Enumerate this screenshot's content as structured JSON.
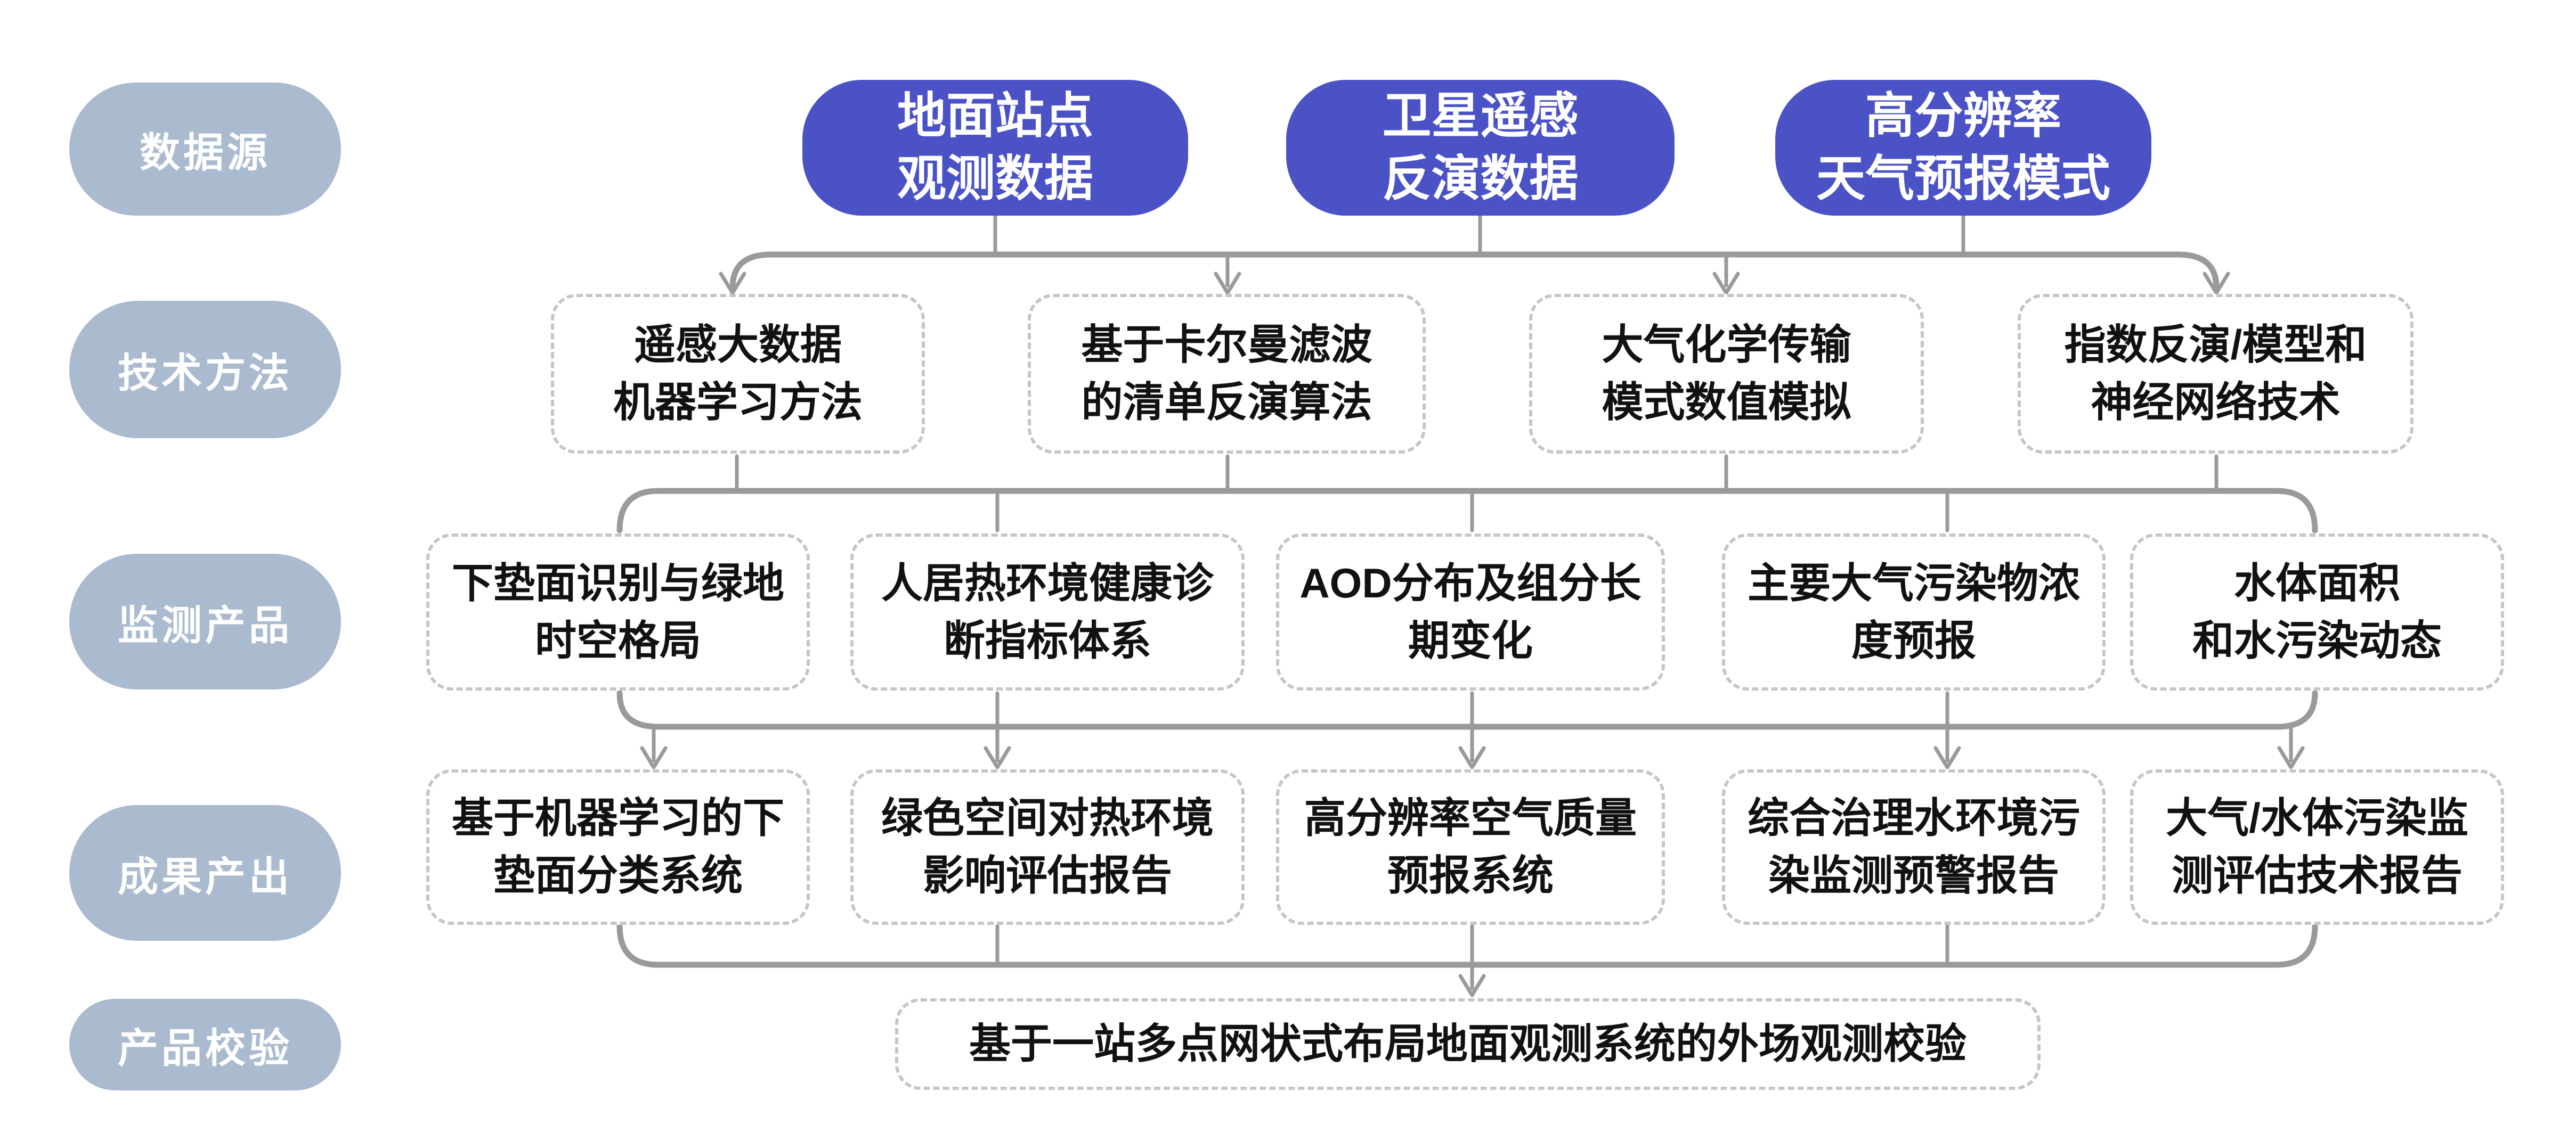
{
  "diagram": {
    "title_hint": "环境遥感监测技术体系流程图",
    "colors": {
      "source_pill_fill": "#4A52C6",
      "stage_pill_fill": "#AABACF",
      "pill_text": "#ffffff",
      "connector_gray": "#9a9a9a",
      "dashed_border_gray": "#c6c6c6",
      "box_text": "#111111",
      "background": "#ffffff"
    },
    "stages": [
      {
        "label": "数据源"
      },
      {
        "label": "技术方法"
      },
      {
        "label": "监测产品"
      },
      {
        "label": "成果产出"
      },
      {
        "label": "产品校验"
      }
    ],
    "sources": [
      {
        "label": "地面站点\n观测数据"
      },
      {
        "label": "卫星遥感\n反演数据"
      },
      {
        "label": "高分辨率\n天气预报模式"
      }
    ],
    "methods": [
      {
        "label": "遥感大数据\n机器学习方法"
      },
      {
        "label": "基于卡尔曼滤波\n的清单反演算法"
      },
      {
        "label": "大气化学传输\n模式数值模拟"
      },
      {
        "label": "指数反演/模型和\n神经网络技术"
      }
    ],
    "products": [
      {
        "label": "下垫面识别与绿地\n时空格局"
      },
      {
        "label": "人居热环境健康诊\n断指标体系"
      },
      {
        "label": "AOD分布及组分长\n期变化"
      },
      {
        "label": "主要大气污染物浓\n度预报"
      },
      {
        "label": "水体面积\n和水污染动态"
      }
    ],
    "outputs": [
      {
        "label": "基于机器学习的下\n垫面分类系统"
      },
      {
        "label": "绿色空间对热环境\n影响评估报告"
      },
      {
        "label": "高分辨率空气质量\n预报系统"
      },
      {
        "label": "综合治理水环境污\n染监测预警报告"
      },
      {
        "label": "大气/水体污染监\n测评估技术报告"
      }
    ],
    "validation": {
      "label": "基于一站多点网状式布局地面观测系统的外场观测校验"
    }
  }
}
